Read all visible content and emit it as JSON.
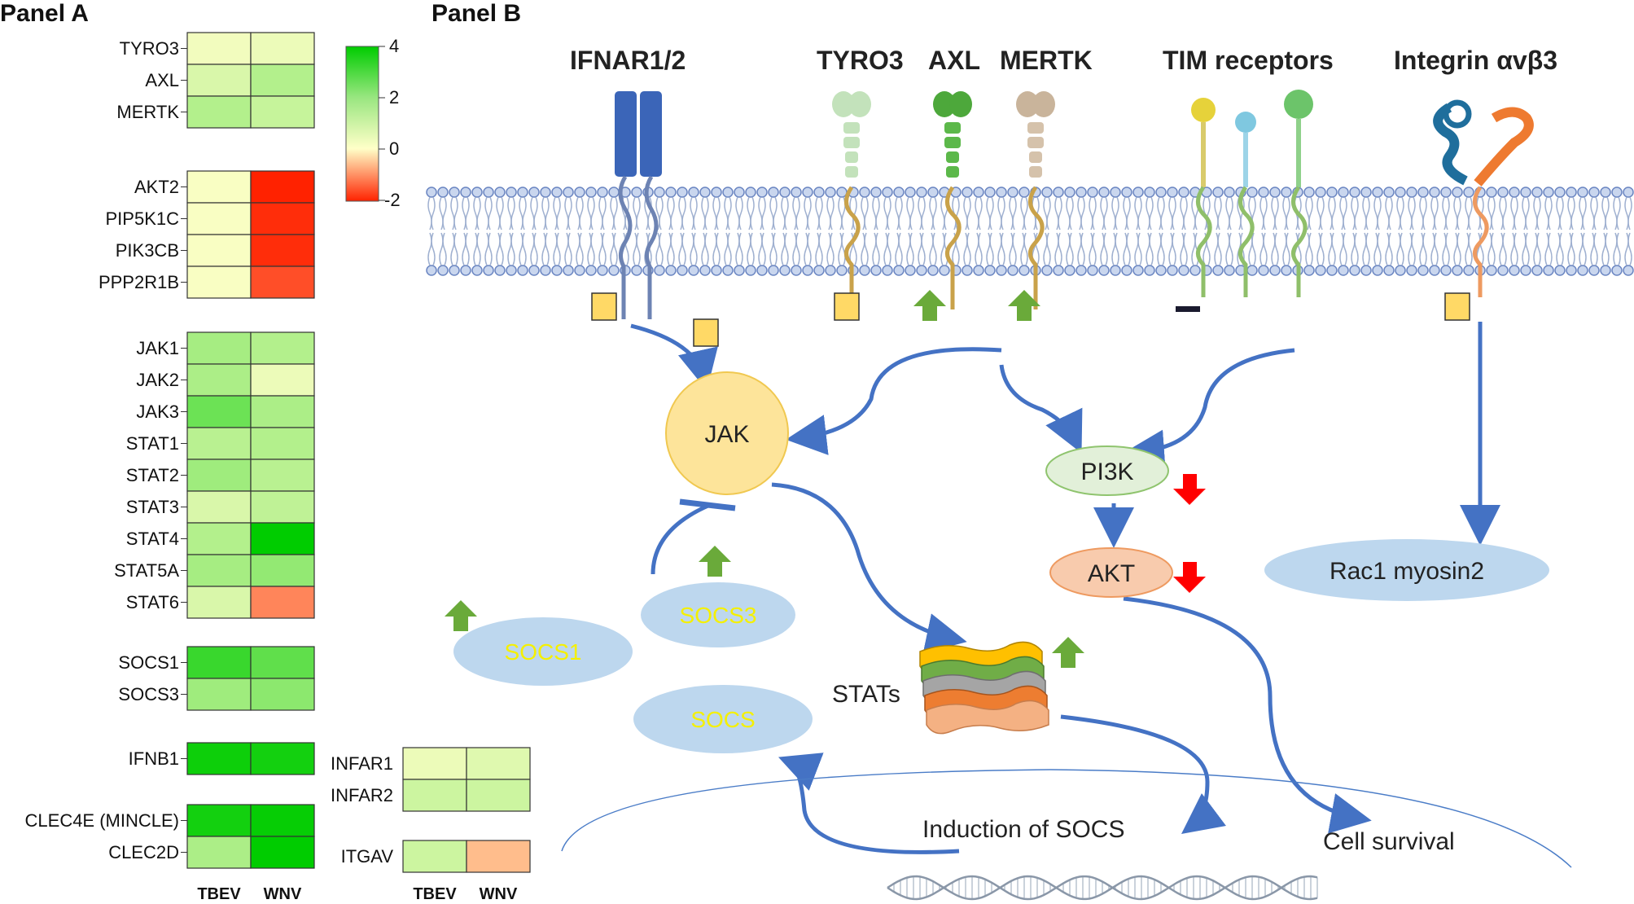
{
  "panel_a": {
    "title": "Panel A",
    "columns": [
      "TBEV",
      "WNV"
    ],
    "groups": [
      {
        "genes": [
          {
            "name": "TYRO3",
            "values": [
              0.2,
              0.3
            ]
          },
          {
            "name": "AXL",
            "values": [
              0.6,
              1.2
            ]
          },
          {
            "name": "MERTK",
            "values": [
              1.2,
              0.9
            ]
          }
        ]
      },
      {
        "genes": [
          {
            "name": "AKT2",
            "values": [
              0.1,
              -2.0
            ]
          },
          {
            "name": "PIP5K1C",
            "values": [
              0.1,
              -1.9
            ]
          },
          {
            "name": "PIK3CB",
            "values": [
              0.1,
              -1.9
            ]
          },
          {
            "name": "PPP2R1B",
            "values": [
              0.1,
              -1.6
            ]
          }
        ]
      },
      {
        "genes": [
          {
            "name": "JAK1",
            "values": [
              1.4,
              1.2
            ]
          },
          {
            "name": "JAK2",
            "values": [
              1.3,
              0.3
            ]
          },
          {
            "name": "JAK3",
            "values": [
              2.3,
              1.3
            ]
          },
          {
            "name": "STAT1",
            "values": [
              1.1,
              1.2
            ]
          },
          {
            "name": "STAT2",
            "values": [
              1.5,
              1.1
            ]
          },
          {
            "name": "STAT3",
            "values": [
              0.6,
              1.0
            ]
          },
          {
            "name": "STAT4",
            "values": [
              1.2,
              4.0
            ]
          },
          {
            "name": "STAT5A",
            "values": [
              1.4,
              1.7
            ]
          },
          {
            "name": "STAT6",
            "values": [
              0.6,
              -1.1
            ]
          }
        ]
      },
      {
        "genes": [
          {
            "name": "SOCS1",
            "values": [
              3.1,
              2.5
            ]
          },
          {
            "name": "SOCS3",
            "values": [
              1.5,
              1.8
            ]
          }
        ]
      },
      {
        "genes": [
          {
            "name": "IFNB1",
            "values": [
              3.8,
              3.7
            ]
          }
        ]
      },
      {
        "genes": [
          {
            "name": "CLEC4E (MINCLE)",
            "values": [
              3.7,
              3.9
            ]
          },
          {
            "name": "CLEC2D",
            "values": [
              1.3,
              4.0
            ]
          }
        ]
      }
    ],
    "side_groups": [
      {
        "genes": [
          {
            "name": "INFAR1",
            "values": [
              0.3,
              0.5
            ]
          },
          {
            "name": "INFAR2",
            "values": [
              0.8,
              0.8
            ]
          }
        ]
      },
      {
        "genes": [
          {
            "name": "ITGAV",
            "values": [
              0.8,
              -0.6
            ]
          }
        ]
      }
    ],
    "colorbar": {
      "ticks": [
        "4",
        "2",
        "0",
        "-2"
      ],
      "min": -2,
      "max": 4
    }
  },
  "panel_b": {
    "title": "Panel B",
    "receptors": {
      "ifnar": "IFNAR1/2",
      "tyro3": "TYRO3",
      "axl": "AXL",
      "mertk": "MERTK",
      "tim": "TIM receptors",
      "integrin": "Integrin αvβ3"
    },
    "nodes": {
      "jak": "JAK",
      "pi3k": "PI3K",
      "akt": "AKT",
      "rac1": "Rac1 myosin2",
      "socs3": "SOCS3",
      "socs1": "SOCS1",
      "socs": "SOCS",
      "stats": "STATs",
      "induction": "Induction of SOCS",
      "survival": "Cell survival"
    },
    "colors": {
      "arrow": "#4472c4",
      "up_arrow": "#6aaa3a",
      "down_arrow": "#ff0000",
      "jak_fill": "#fde49a",
      "pi3k_fill": "#e2f0d9",
      "akt_fill": "#f8cbad",
      "socs_fill": "#bdd7ee",
      "neutral_box": "#ffd966",
      "heat_high": "#00cc00",
      "heat_mid": "#ffffc8",
      "heat_low": "#ff2200"
    }
  }
}
